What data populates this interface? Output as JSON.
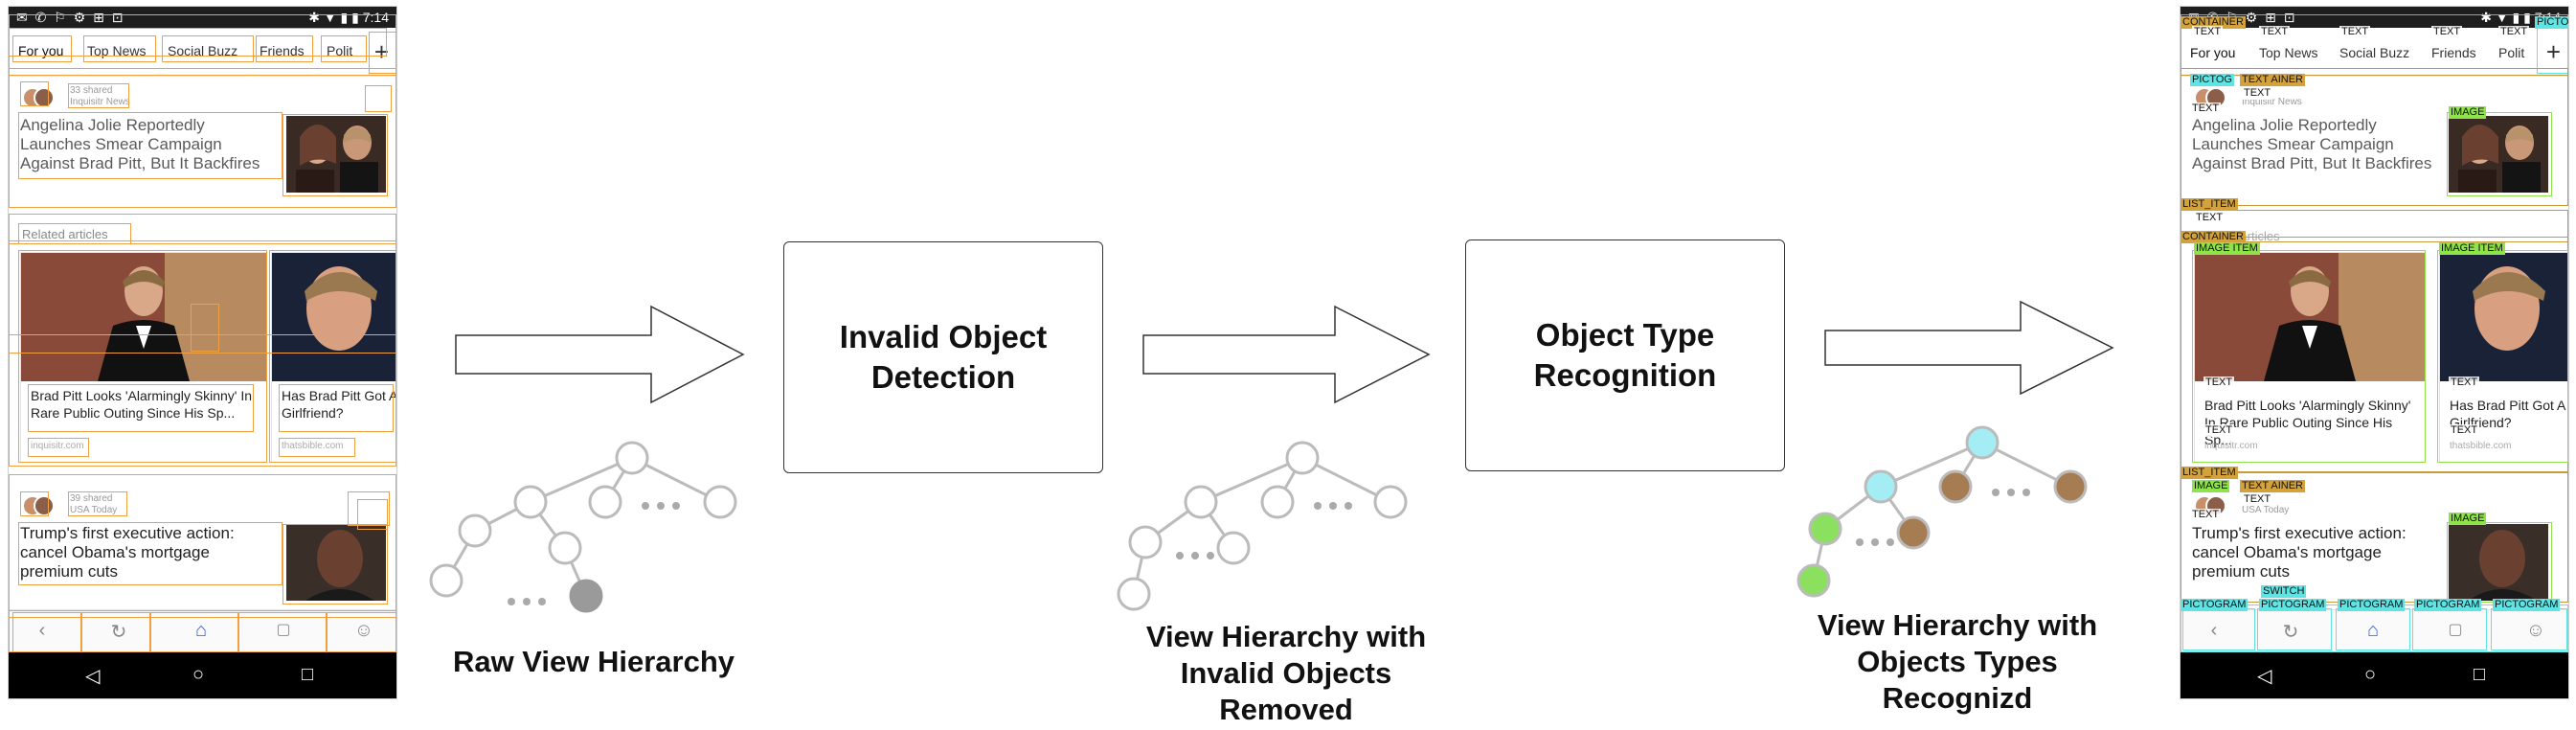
{
  "screen": {
    "status_time": "7:14",
    "tabs": [
      "For you",
      "Top News",
      "Social Buzz",
      "Friends",
      "Polit"
    ],
    "article1": {
      "shared": "33 shared",
      "source": "Inquisitr News",
      "headline": "Angelina Jolie Reportedly Launches Smear Campaign Against Brad Pitt, But It Backfires"
    },
    "related_label": "Related articles",
    "card1": {
      "title": "Brad Pitt Looks 'Alarmingly Skinny' In Rare Public Outing Since His Sp...",
      "source": "inquisitr.com"
    },
    "card2": {
      "title": "Has Brad Pitt Got A Girlfriend?",
      "source": "thatsbible.com"
    },
    "article2": {
      "shared": "39 shared",
      "source": "USA Today",
      "headline": "Trump's first executive action: cancel Obama's mortgage premium cuts"
    }
  },
  "stages": {
    "detection": "Invalid Object Detection",
    "recognition": "Object Type Recognition"
  },
  "captions": {
    "raw": "Raw View Hierarchy",
    "removed": "View Hierarchy with Invalid Objects Removed",
    "recognized": "View Hierarchy with Objects Types Recognizd"
  },
  "type_labels": {
    "container": "CONTAINER",
    "text": "TEXT",
    "image": "IMAGE",
    "pictogram": "PICTOGRAM",
    "pictogram_short": "PICTO",
    "pictogram_mid": "PICTOG",
    "list_item": "LIST_ITEM",
    "switch": "SWITCH",
    "item": "ITEM",
    "text_container": "TEXT AINER",
    "image_item": "IMAGE ITEM",
    "list_item_short": "LIST_ITEM"
  },
  "colors": {
    "invalid_box": "#f0a040",
    "container": "#d4a23c",
    "image": "#8fe34a",
    "pictogram": "#5fe3e3",
    "node_removed": "#9a9a9a",
    "node_cyan": "#a5edf5",
    "node_brown": "#a67c52",
    "node_green": "#8be060"
  },
  "icons": [
    "back-icon",
    "refresh-icon",
    "home-icon",
    "tabs-icon",
    "profile-icon",
    "plus-icon",
    "nav-back-icon",
    "nav-home-icon",
    "nav-recents-icon"
  ]
}
